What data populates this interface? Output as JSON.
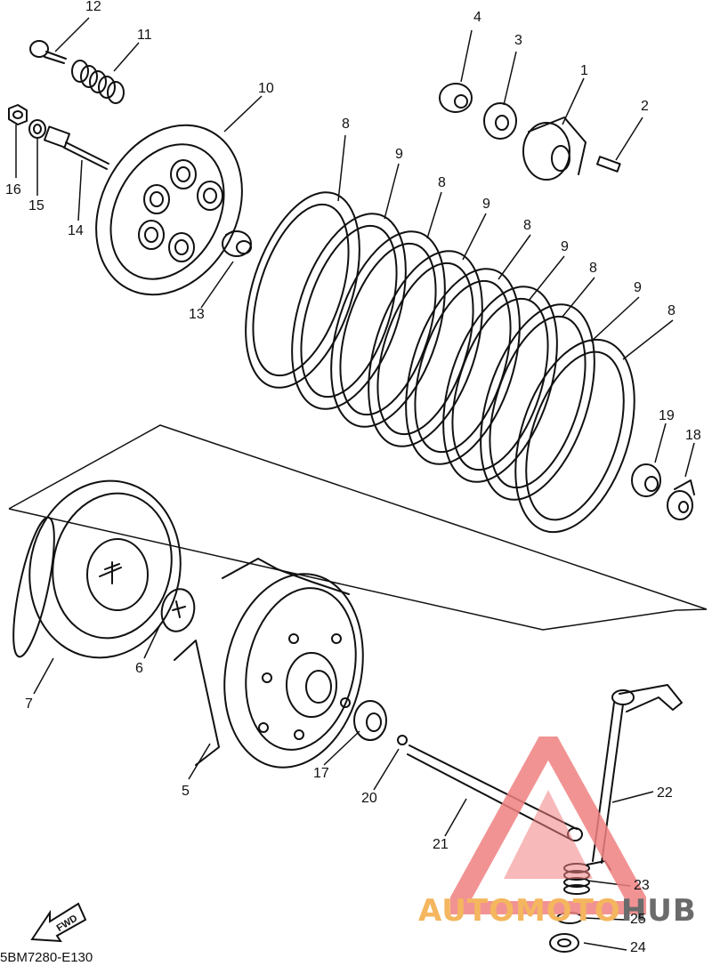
{
  "diagram_code": "5BM7280-E130",
  "fwd_label": "FWD",
  "watermark": {
    "part1": "AUTOMOTO",
    "part2": "HUB",
    "color1": "#f4b65e",
    "color2": "#6b6b6b",
    "logo_color": "#f08080"
  },
  "callouts": [
    {
      "id": "c1",
      "label": "1"
    },
    {
      "id": "c2",
      "label": "2"
    },
    {
      "id": "c3",
      "label": "3"
    },
    {
      "id": "c4",
      "label": "4"
    },
    {
      "id": "c5",
      "label": "5"
    },
    {
      "id": "c6",
      "label": "6"
    },
    {
      "id": "c7",
      "label": "7"
    },
    {
      "id": "c8a",
      "label": "8"
    },
    {
      "id": "c8b",
      "label": "8"
    },
    {
      "id": "c8c",
      "label": "8"
    },
    {
      "id": "c8d",
      "label": "8"
    },
    {
      "id": "c8e",
      "label": "8"
    },
    {
      "id": "c9a",
      "label": "9"
    },
    {
      "id": "c9b",
      "label": "9"
    },
    {
      "id": "c9c",
      "label": "9"
    },
    {
      "id": "c9d",
      "label": "9"
    },
    {
      "id": "c10",
      "label": "10"
    },
    {
      "id": "c11",
      "label": "11"
    },
    {
      "id": "c12",
      "label": "12"
    },
    {
      "id": "c13",
      "label": "13"
    },
    {
      "id": "c14",
      "label": "14"
    },
    {
      "id": "c15",
      "label": "15"
    },
    {
      "id": "c16",
      "label": "16"
    },
    {
      "id": "c17",
      "label": "17"
    },
    {
      "id": "c18",
      "label": "18"
    },
    {
      "id": "c19",
      "label": "19"
    },
    {
      "id": "c20",
      "label": "20"
    },
    {
      "id": "c21",
      "label": "21"
    },
    {
      "id": "c22",
      "label": "22"
    },
    {
      "id": "c23",
      "label": "23"
    },
    {
      "id": "c24",
      "label": "24"
    },
    {
      "id": "c25",
      "label": "25"
    }
  ]
}
